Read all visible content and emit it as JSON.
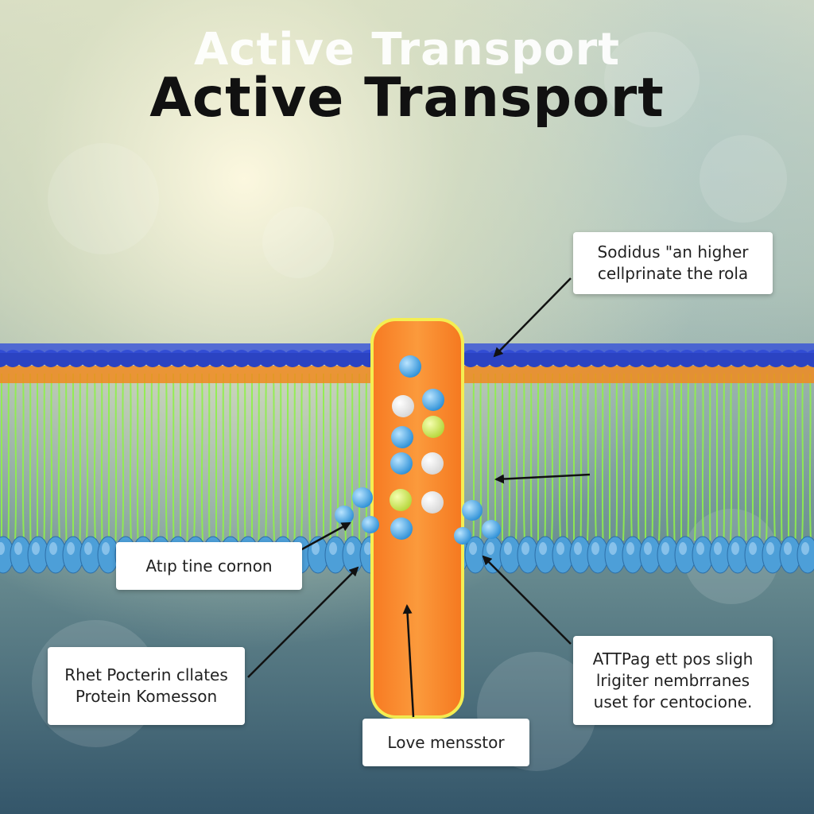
{
  "title": {
    "ghost": "Active Transport",
    "main": "Active Transport"
  },
  "callouts": {
    "top_right": {
      "lines": [
        "Sodidus \"an higher",
        "cellprinate the rola"
      ]
    },
    "left_mid": {
      "lines": [
        "Atıp tine cornon"
      ]
    },
    "bottom_left": {
      "lines": [
        "Rhet Pocterin cllates",
        "Protein Komesson"
      ]
    },
    "bottom_center": {
      "lines": [
        "Love mensstor"
      ]
    },
    "bottom_right": {
      "lines": [
        "ATTPag ett pos sligh",
        "lrigiter nembrranes",
        "uset for centocione."
      ]
    }
  },
  "colors": {
    "phosphate_head_top": "#2b43c2",
    "phosphate_edge": "#f08a1e",
    "lipid_tail": "#8ff04a",
    "lower_head": "#4d9fd8",
    "channel_fill": "#fa8a2a",
    "channel_border": "#f6f04a",
    "ion_blue": "#3fa9e8",
    "ion_white": "#f2f2f2",
    "ion_yellow": "#d6ee52"
  },
  "icons": [
    "arrow-icon"
  ]
}
